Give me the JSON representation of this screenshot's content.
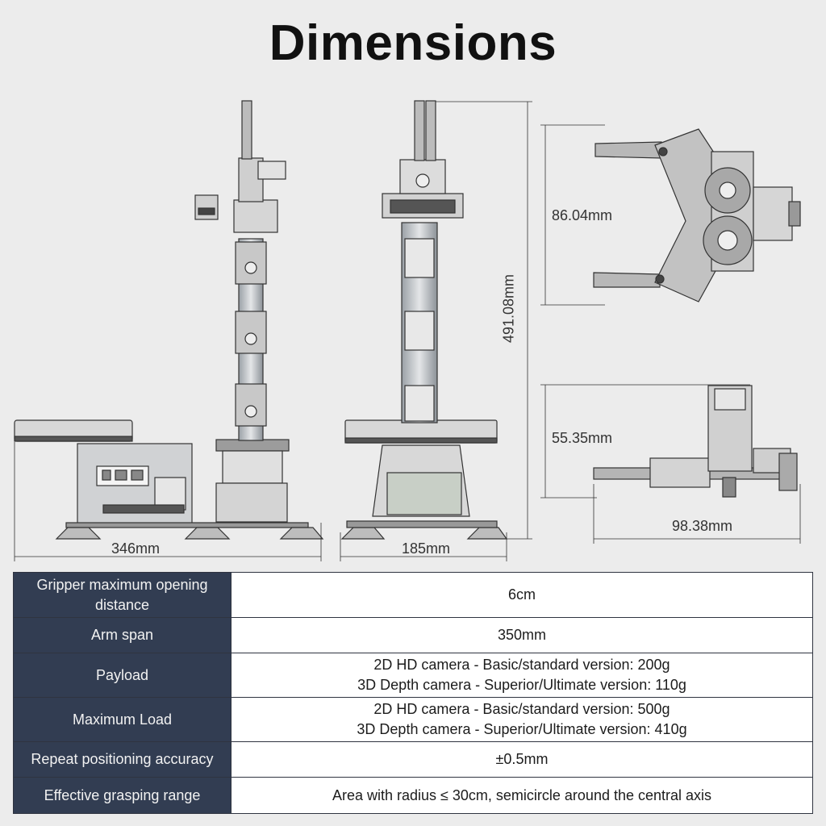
{
  "title": "Dimensions",
  "dimensions": {
    "base_width": "346mm",
    "side_width": "185mm",
    "total_height": "491.08mm",
    "gripper_height": "86.04mm",
    "gripper_side_height": "55.35mm",
    "gripper_length": "98.38mm"
  },
  "specs": [
    {
      "label": "Gripper maximum opening distance",
      "lines": [
        "6cm"
      ]
    },
    {
      "label": "Arm span",
      "lines": [
        "350mm"
      ]
    },
    {
      "label": "Payload",
      "lines": [
        "2D HD camera - Basic/standard version:  200g",
        "3D Depth camera - Superior/Ultimate version:  110g"
      ]
    },
    {
      "label": "Maximum Load",
      "lines": [
        "2D HD camera - Basic/standard version:  500g",
        "3D Depth camera - Superior/Ultimate version:  410g"
      ]
    },
    {
      "label": "Repeat positioning accuracy",
      "lines": [
        "±0.5mm"
      ]
    },
    {
      "label": "Effective grasping range",
      "lines": [
        "Area with radius ≤ 30cm, semicircle around the central axis"
      ]
    }
  ]
}
